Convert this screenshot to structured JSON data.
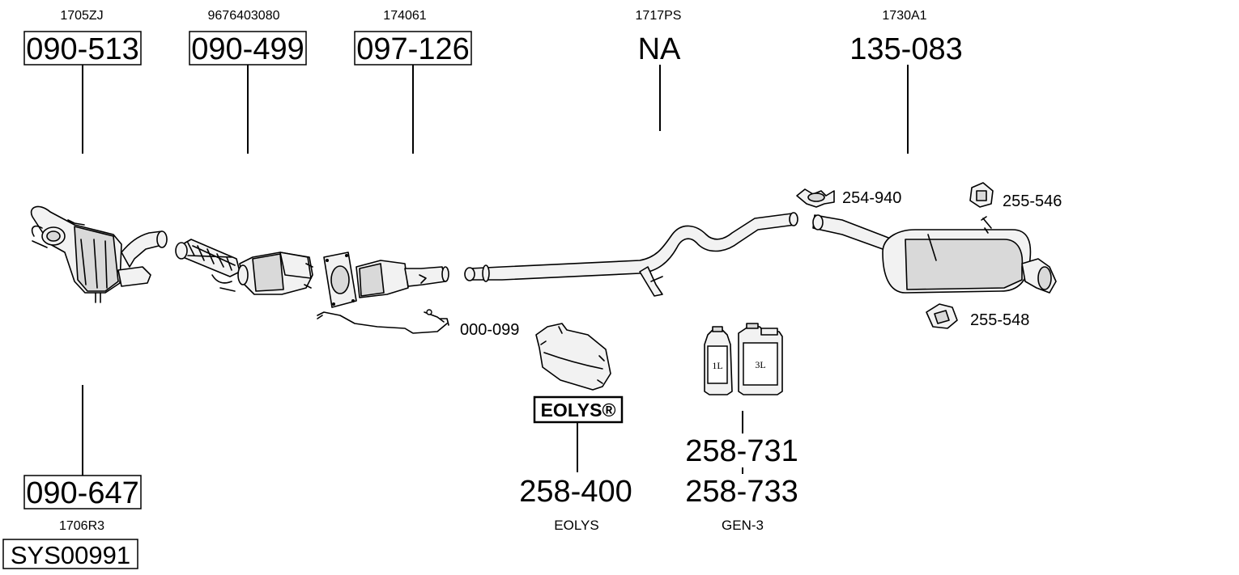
{
  "parts": {
    "p1": {
      "oem": "1705ZJ",
      "number": "090-513"
    },
    "p2": {
      "oem": "9676403080",
      "number": "090-499"
    },
    "p3": {
      "oem": "174061",
      "number": "097-126"
    },
    "p4": {
      "oem": "1717PS",
      "number": "NA"
    },
    "p5": {
      "oem": "1730A1",
      "number": "135-083"
    },
    "p6": {
      "oem": "1706R3",
      "number": "090-647"
    }
  },
  "small_parts": {
    "clamp": "254-940",
    "rubber_top": "255-546",
    "rubber_bottom": "255-548",
    "sensor": "000-099"
  },
  "additive": {
    "brand": "EOLYS®",
    "number": "258-400",
    "caption": "EOLYS"
  },
  "fluid": {
    "bottle_small": "1L",
    "bottle_large": "3L",
    "number_1": "258-731",
    "number_2": "258-733",
    "caption": "GEN-3"
  },
  "system": {
    "code": "SYS00991"
  }
}
